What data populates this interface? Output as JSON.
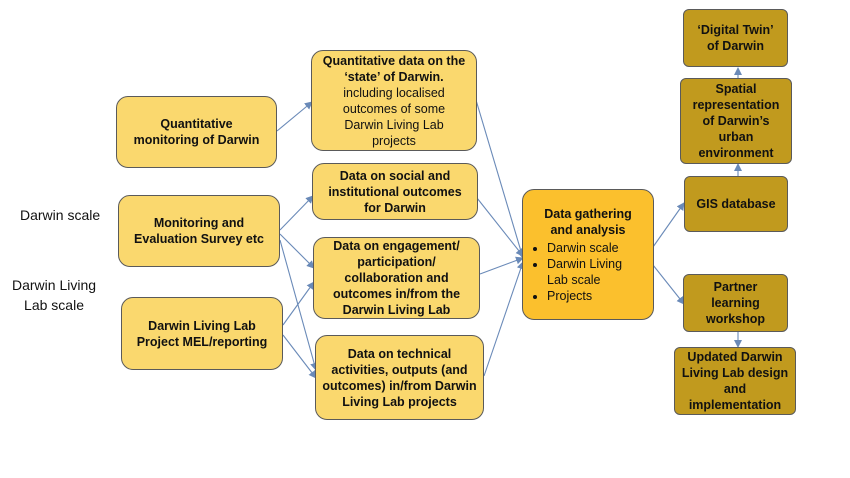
{
  "side_labels": {
    "darwin_scale": "Darwin scale",
    "living_lab_scale_1": "Darwin Living",
    "living_lab_scale_2": "Lab scale"
  },
  "sources": {
    "quant_monitoring": "Quantitative monitoring of Darwin",
    "mes": "Monitoring and Evaluation Survey etc",
    "mel": "Darwin Living Lab Project MEL/reporting"
  },
  "data_boxes": {
    "quant_state_title": "Quantitative data on the ‘state’ of Darwin.",
    "quant_state_sub": "including localised outcomes of some Darwin Living Lab projects",
    "social": "Data on social and institutional outcomes for Darwin",
    "engagement": "Data on engagement/ participation/ collaboration and outcomes in/from the Darwin Living Lab",
    "technical": "Data on technical activities, outputs (and outcomes) in/from Darwin Living Lab projects"
  },
  "analysis": {
    "title": "Data gathering and analysis",
    "bullets": [
      "Darwin scale",
      "Darwin Living Lab scale",
      "Projects"
    ]
  },
  "outputs": {
    "digital_twin": "‘Digital Twin’ of Darwin",
    "spatial": "Spatial representation of Darwin’s urban environment",
    "gis": "GIS database",
    "workshop": "Partner learning workshop",
    "updated": "Updated Darwin Living Lab design and implementation"
  },
  "colors": {
    "light_box": "#fad86e",
    "analysis_box": "#fbc02d",
    "output_box": "#c19a1e",
    "arrow": "#6a8ab8"
  }
}
